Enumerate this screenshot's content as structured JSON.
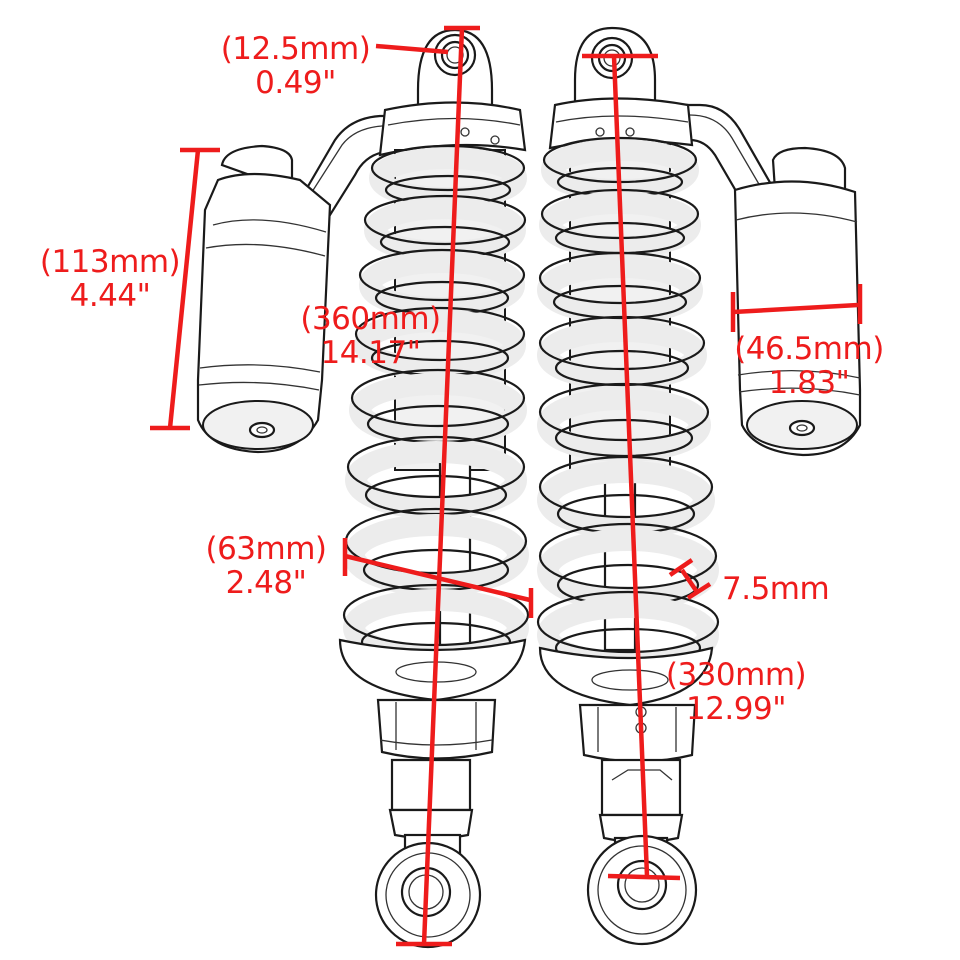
{
  "diagram": {
    "subject": "Pair of motorcycle rear shock absorbers with piggyback reservoirs",
    "accent_color": "#ee1c1c",
    "line_color": "#1a1a1a",
    "background": "#ffffff"
  },
  "dimensions": {
    "eye_diameter": {
      "metric": "(12.5mm)",
      "imperial": "0.49\""
    },
    "reservoir_length": {
      "metric": "(113mm)",
      "imperial": "4.44\""
    },
    "left_total_length": {
      "metric": "(360mm)",
      "imperial": "14.17\""
    },
    "reservoir_diameter": {
      "metric": "(46.5mm)",
      "imperial": "1.83\""
    },
    "spring_outer_diameter": {
      "metric": "(63mm)",
      "imperial": "2.48\""
    },
    "spring_wire_thickness": {
      "metric": "7.5mm"
    },
    "right_total_length": {
      "metric": "(330mm)",
      "imperial": "12.99\""
    }
  }
}
